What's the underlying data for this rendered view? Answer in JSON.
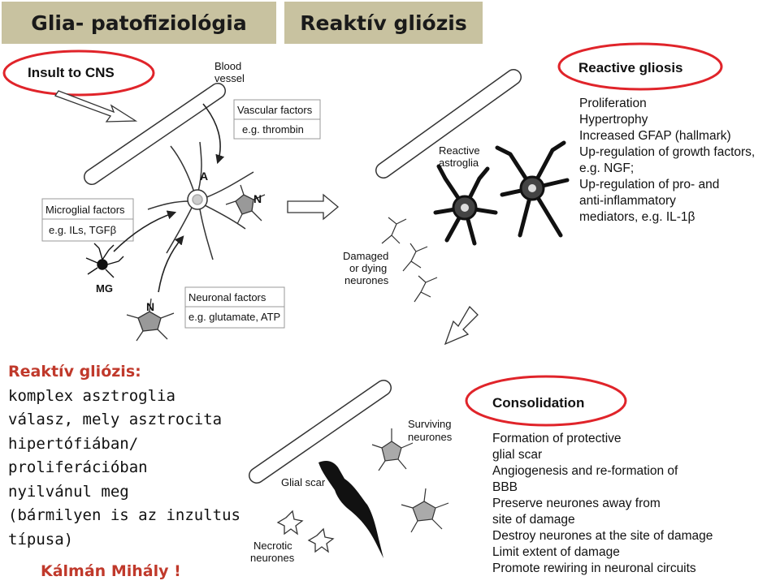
{
  "titles": {
    "left": "Glia- patofiziológia",
    "right": "Reaktív gliózis"
  },
  "panel1": {
    "heading": "Insult to CNS",
    "blood_vessel": [
      "Blood",
      "vessel"
    ],
    "vascular_box": [
      "Vascular factors",
      "e.g. thrombin"
    ],
    "microglial_box": [
      "Microglial factors",
      "e.g. ILs, TGFβ"
    ],
    "neuronal_box": [
      "Neuronal factors",
      "e.g. glutamate, ATP"
    ],
    "astrocyte_label": "A",
    "neuron_label": "N",
    "neuron_label_2": "N",
    "microglia_label": "MG"
  },
  "panel2": {
    "heading": "Reactive gliosis",
    "reactive_label": [
      "Reactive",
      "astroglia"
    ],
    "damaged_label": [
      "Damaged",
      "or dying",
      "neurones"
    ],
    "list": [
      "Proliferation",
      "Hypertrophy",
      "Increased GFAP (hallmark)",
      "Up-regulation of growth factors,",
      "e.g. NGF;",
      "Up-regulation of pro- and",
      "anti-inflammatory",
      "mediators, e.g. IL-1β"
    ]
  },
  "panel3": {
    "heading": "Consolidation",
    "surviving_label": [
      "Surviving",
      "neurones"
    ],
    "glial_scar_label": "Glial scar",
    "necrotic_label": [
      "Necrotic",
      "neurones"
    ],
    "list": [
      "Formation of protective",
      "glial scar",
      "Angiogenesis and re-formation of",
      "BBB",
      "Preserve neurones away from",
      "site of damage",
      "Destroy neurones at the site of damage",
      "Limit extent of damage",
      "Promote rewiring in neuronal circuits"
    ]
  },
  "note": {
    "title": "Reaktív gliózis:",
    "lines": [
      "komplex asztroglia",
      "válasz, mely asztrocita",
      "hipertófiában/",
      "proliferációban",
      "nyilvánul meg",
      "(bármilyen is az inzultus",
      "típusa)"
    ]
  },
  "author": "Kálmán Mihály !",
  "colors": {
    "title_bg": "#c8c2a0",
    "highlight": "#e0242a",
    "red_text": "#c0392b"
  }
}
